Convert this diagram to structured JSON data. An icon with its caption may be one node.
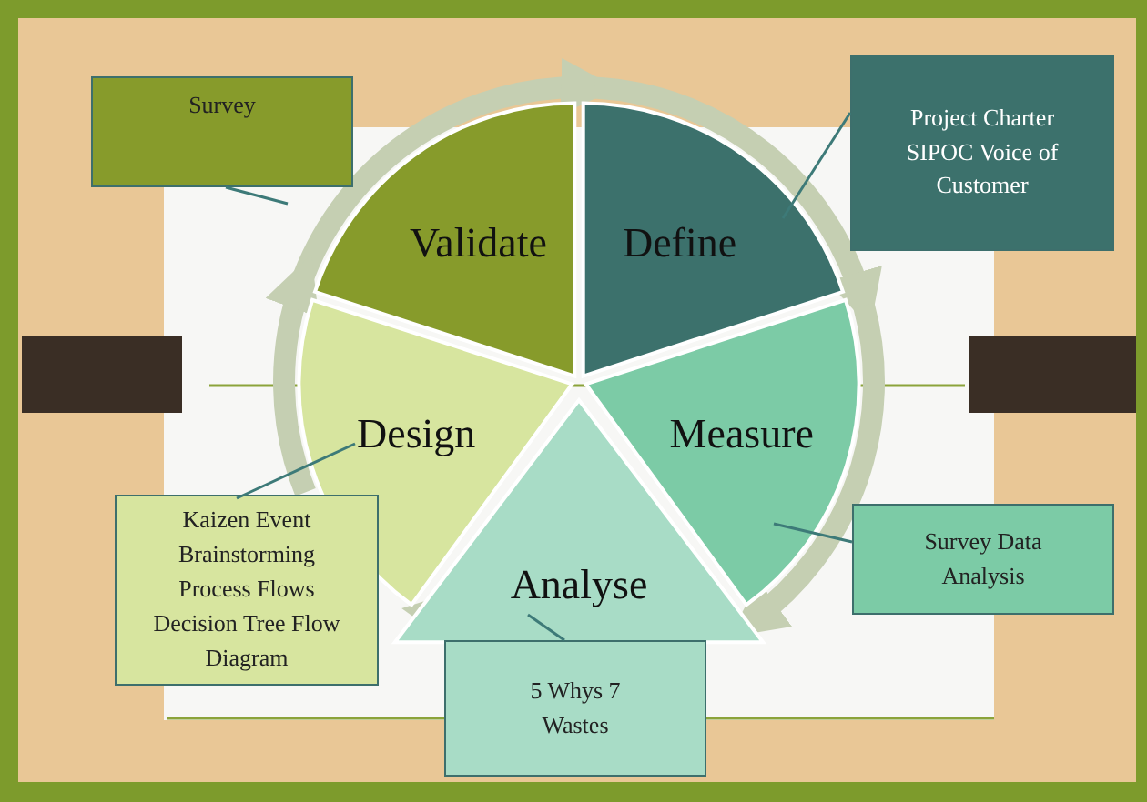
{
  "diagram": {
    "nodes": [
      {
        "text": [
          "Validate"
        ]
      },
      {
        "text": [
          "Define"
        ]
      },
      {
        "text": [
          "Measure"
        ]
      },
      {
        "text": [
          "Analyse"
        ]
      },
      {
        "text": [
          "Design"
        ]
      },
      {
        "text": [
          "Survey"
        ]
      },
      {
        "text": [
          "Project Charter SIPOC Voice of Customer"
        ]
      },
      {
        "text": [
          "Survey Data Analysis"
        ]
      },
      {
        "text": [
          "5 Whys 7 Wastes"
        ]
      },
      {
        "text": [
          "Kaizen Event Brainstorming Process Flows Decision Tree Flow Diagram"
        ]
      }
    ],
    "edges": [
      {
        "from": 0,
        "to": 1,
        "arrow": "to",
        "style": "thick"
      },
      {
        "from": 1,
        "to": 2,
        "arrow": "to",
        "style": "thick"
      },
      {
        "from": 2,
        "to": 3,
        "arrow": "to",
        "style": "thick"
      },
      {
        "from": 3,
        "to": 4,
        "arrow": "to",
        "style": "thick"
      },
      {
        "from": 4,
        "to": 0,
        "arrow": "to",
        "style": "thick"
      },
      {
        "from": 5,
        "to": null,
        "arrow": "none",
        "color": "#3d7a78"
      },
      {
        "from": 6,
        "to": 1,
        "arrow": "none",
        "color": "#3d7a78"
      },
      {
        "from": 7,
        "to": 2,
        "arrow": "none",
        "color": "#3d7a78"
      },
      {
        "from": 8,
        "to": 3,
        "arrow": "none",
        "color": "#3d7a78"
      },
      {
        "from": 9,
        "to": 4,
        "arrow": "none",
        "color": "#3d7a78"
      }
    ]
  }
}
